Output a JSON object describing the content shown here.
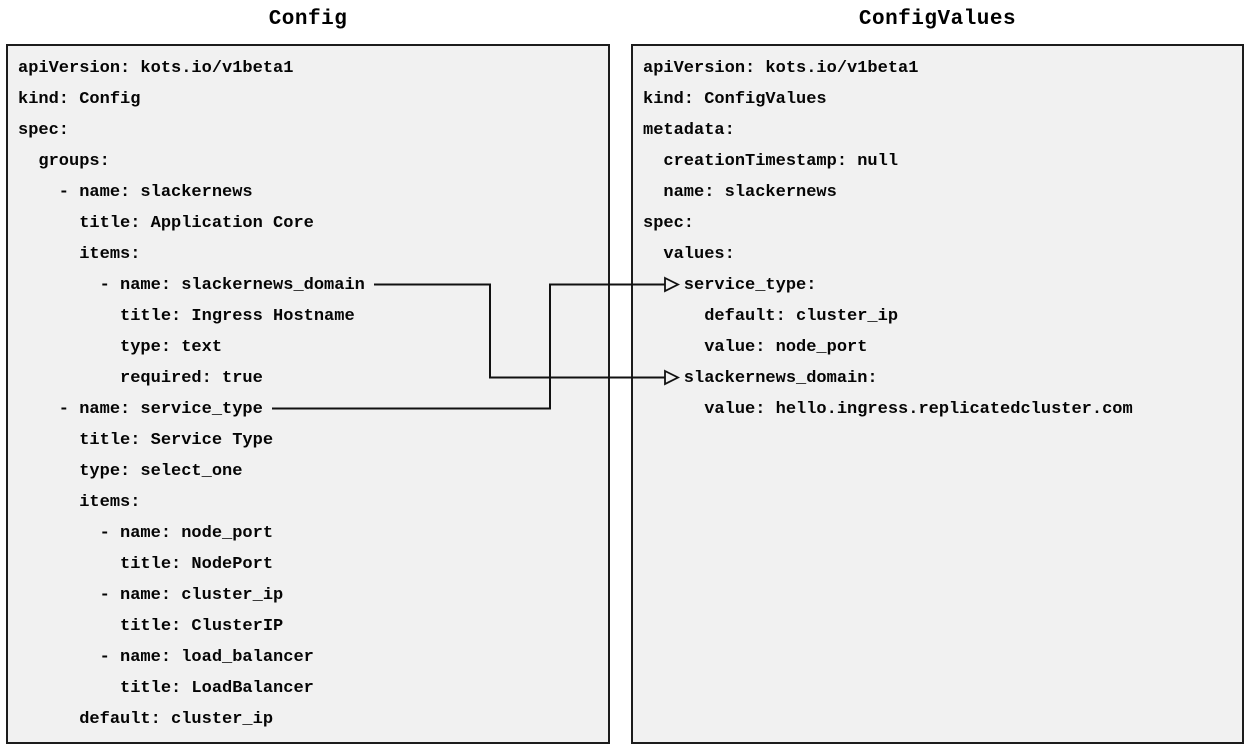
{
  "left_panel": {
    "title": "Config",
    "lines": [
      "apiVersion: kots.io/v1beta1",
      "kind: Config",
      "spec:",
      "  groups:",
      "    - name: slackernews",
      "      title: Application Core",
      "      items:",
      "        - name: slackernews_domain",
      "          title: Ingress Hostname",
      "          type: text",
      "          required: true",
      "    - name: service_type",
      "      title: Service Type",
      "      type: select_one",
      "      items:",
      "        - name: node_port",
      "          title: NodePort",
      "        - name: cluster_ip",
      "          title: ClusterIP",
      "        - name: load_balancer",
      "          title: LoadBalancer",
      "      default: cluster_ip"
    ]
  },
  "right_panel": {
    "title": "ConfigValues",
    "lines": [
      "apiVersion: kots.io/v1beta1",
      "kind: ConfigValues",
      "metadata:",
      "  creationTimestamp: null",
      "  name: slackernews",
      "spec:",
      "  values:",
      "    service_type:",
      "      default: cluster_ip",
      "      value: node_port",
      "    slackernews_domain:",
      "      value: hello.ingress.replicatedcluster.com"
    ]
  },
  "arrows": [
    {
      "from": "Config item slackernews_domain",
      "to": "ConfigValues value slackernews_domain"
    },
    {
      "from": "Config item service_type",
      "to": "ConfigValues value service_type"
    }
  ],
  "colors": {
    "panel_background": "#f1f1f1",
    "panel_border": "#1c1c1c",
    "text": "#050505",
    "arrow": "#111111",
    "page_background": "#ffffff"
  }
}
